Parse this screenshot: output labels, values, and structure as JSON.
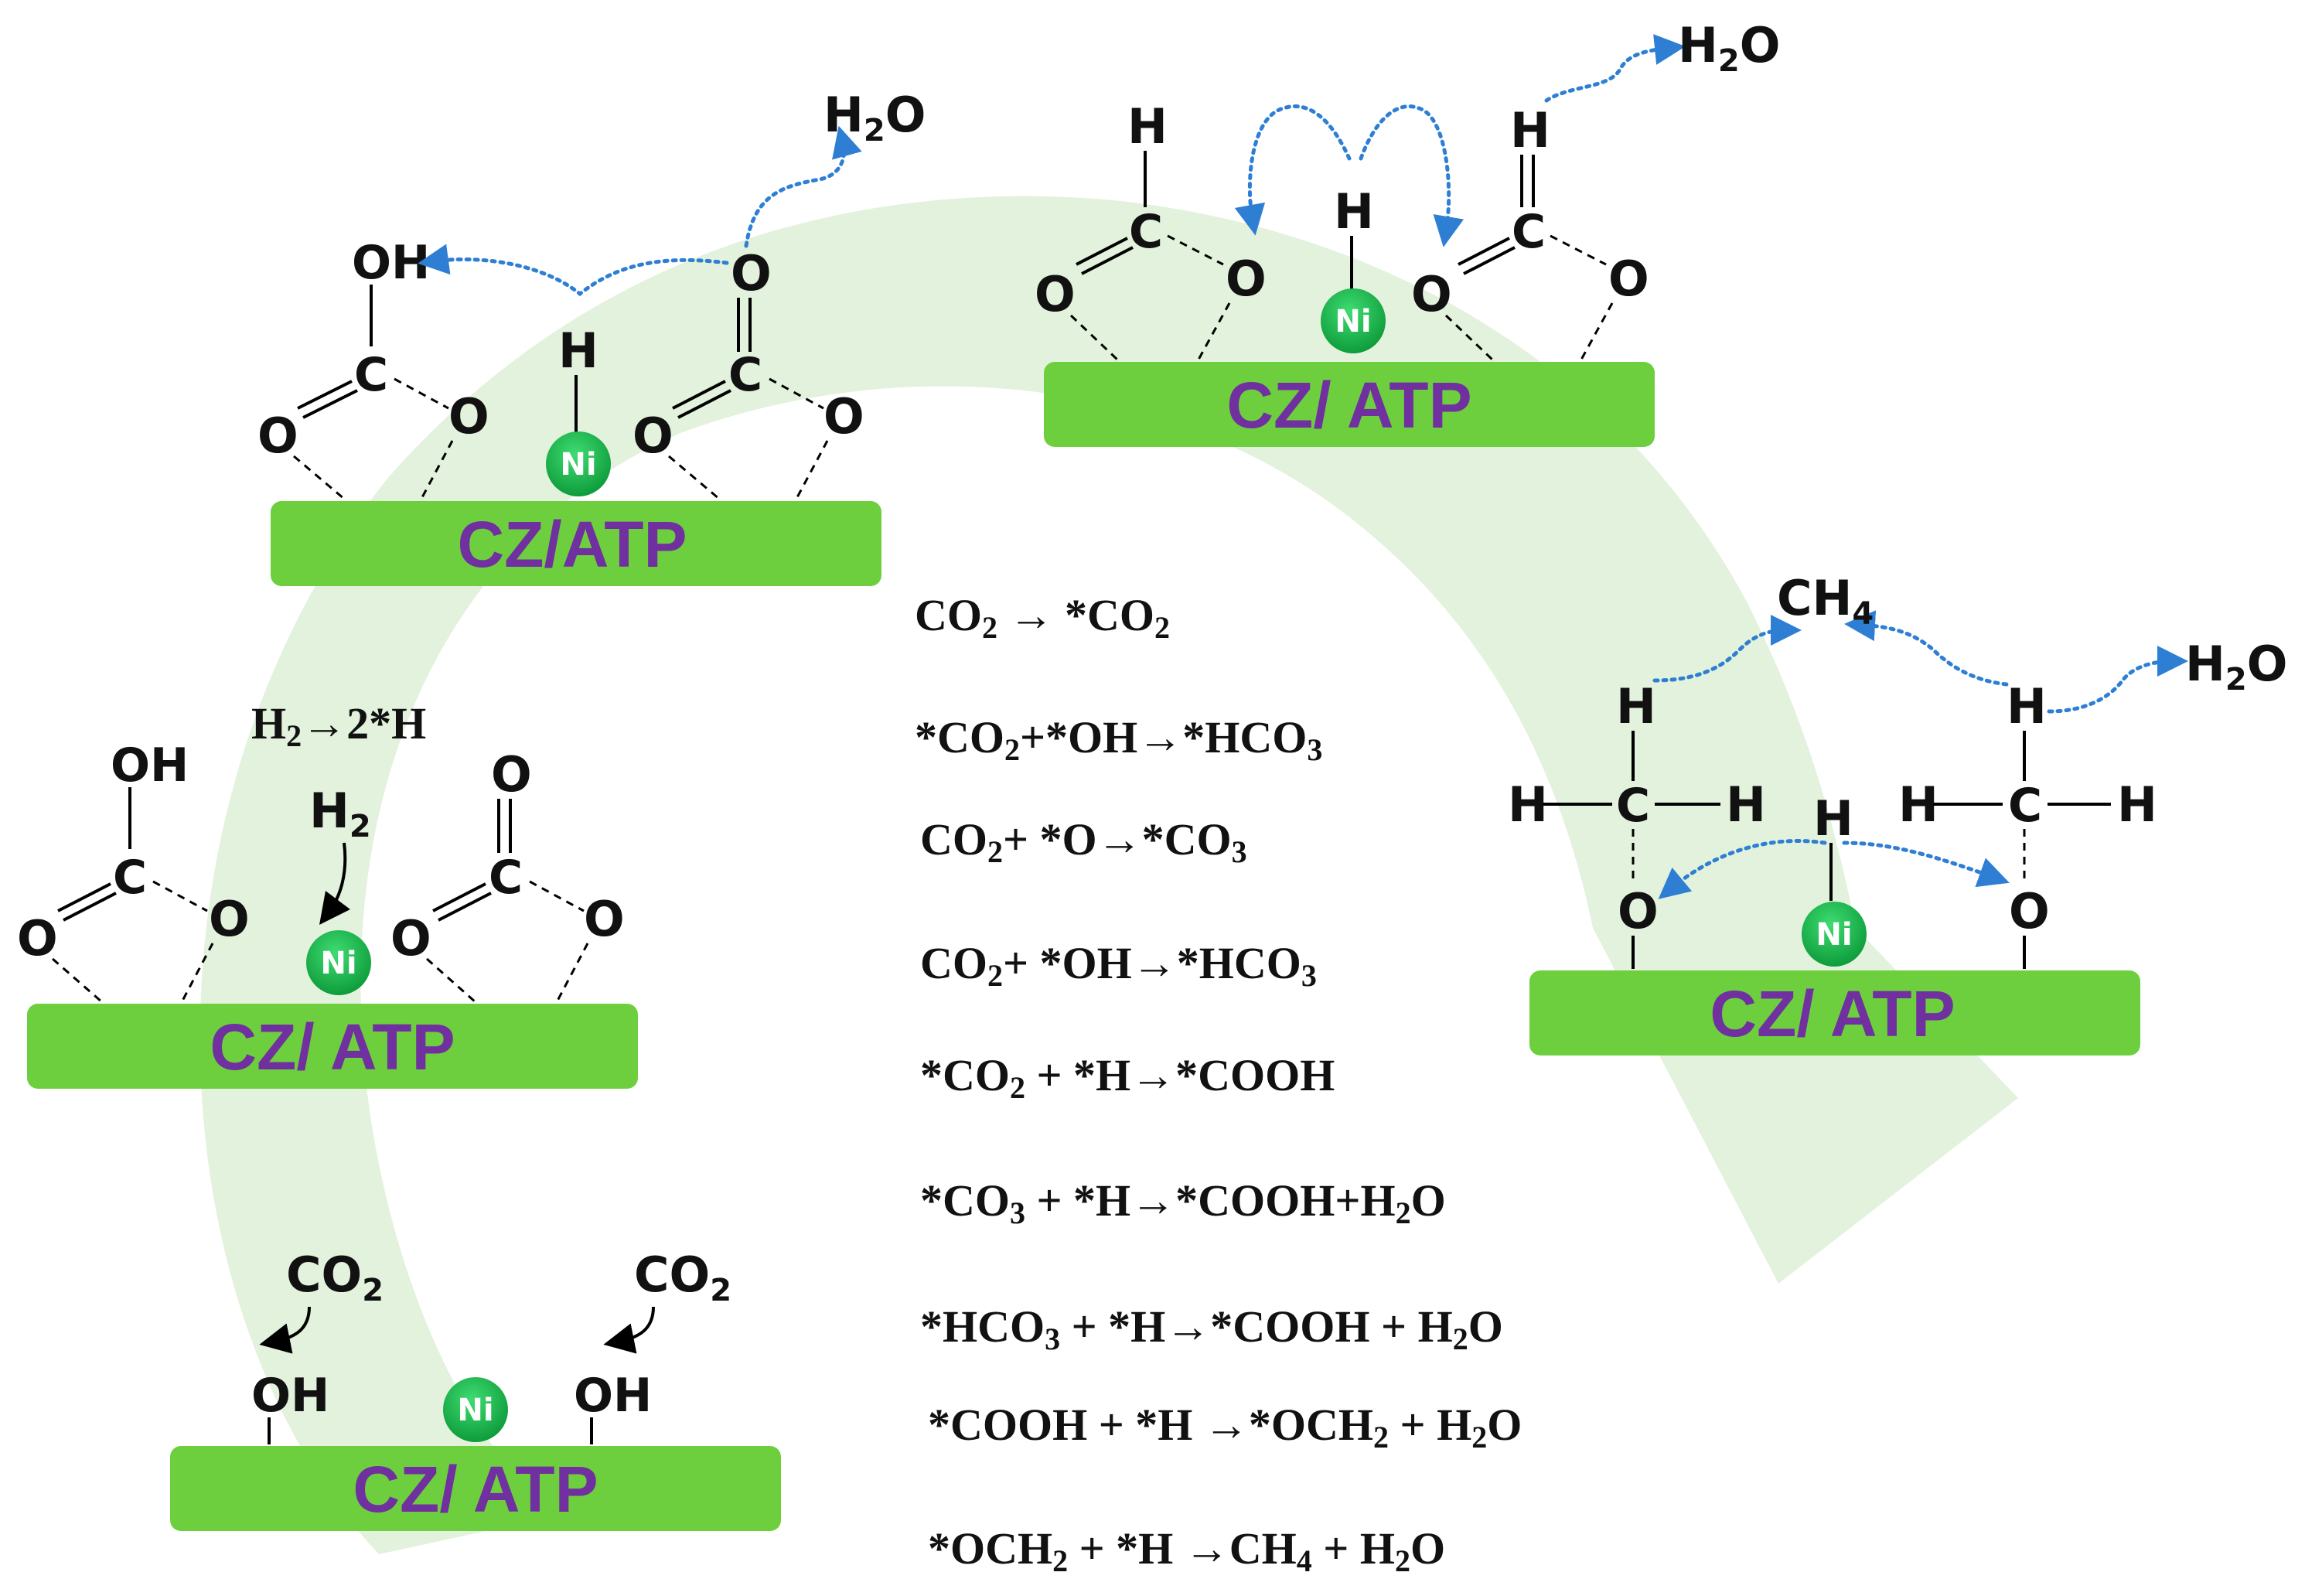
{
  "supports": {
    "top_left": "CZ/ATP",
    "top_mid": "CZ/ ATP",
    "mid_left": "CZ/ ATP",
    "bottom_left": "CZ/ ATP",
    "right": "CZ/ ATP"
  },
  "metal": "Ni",
  "atoms": {
    "O": "O",
    "C": "C",
    "H": "H",
    "OH": "OH"
  },
  "products": {
    "water_top_left": "H2O",
    "water_top_mid": "H2O",
    "water_right": "H2O",
    "methane": "CH4"
  },
  "reactants": {
    "h2": "H2",
    "co2_left": "CO2",
    "co2_right": "CO2",
    "h2_dissociation": "H2→2*H"
  },
  "equations": [
    "CO2 → *CO2",
    "*CO2+*OH→*HCO3",
    "CO2+ *O→*CO3",
    "CO2+ *OH→*HCO3",
    "*CO2 + *H→*COOH",
    "*CO3 + *H→*COOH+H2O",
    "*HCO3 + *H→*COOH + H2O",
    "*COOH + *H →*OCH2 + H2O",
    "*OCH2 + *H →CH4   + H2O"
  ],
  "colors": {
    "support": "#6ecf3e",
    "cycle_arrow": "#e3f2dc",
    "label": "#7030a0",
    "ni": "#16b24a",
    "transfer_arrow": "#2e7fd4"
  }
}
